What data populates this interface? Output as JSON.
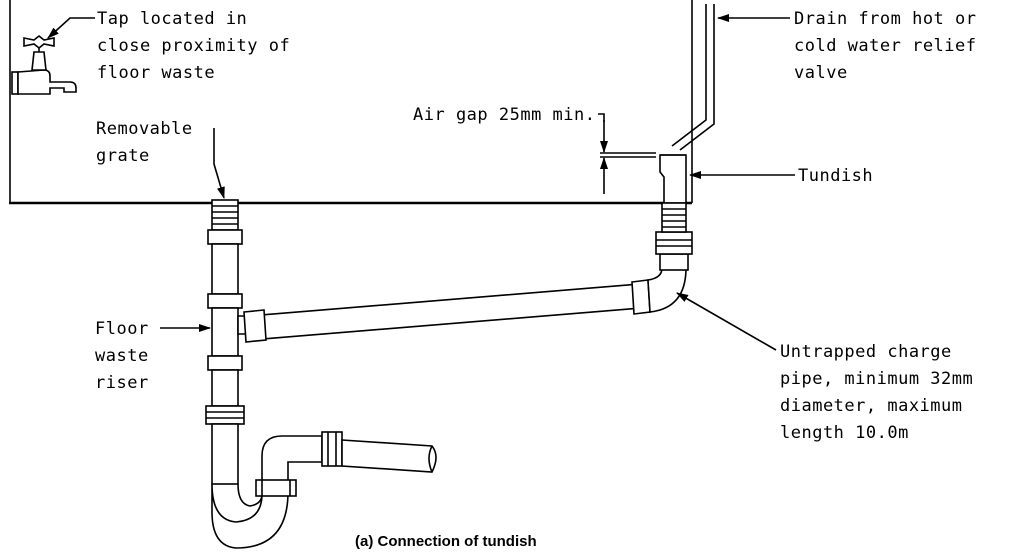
{
  "labels": {
    "tap": [
      "Tap located in",
      "close proximity of",
      "floor waste"
    ],
    "grate": [
      "Removable",
      "grate"
    ],
    "drain": [
      "Drain from hot or",
      "cold water relief",
      "valve"
    ],
    "air_gap": "Air gap 25mm min.",
    "tundish": "Tundish",
    "floor_waste": [
      "Floor",
      "waste",
      "riser"
    ],
    "charge_pipe": [
      "Untrapped charge",
      "pipe, minimum 32mm",
      "diameter, maximum",
      "length 10.0m"
    ]
  },
  "caption": "(a) Connection of tundish"
}
